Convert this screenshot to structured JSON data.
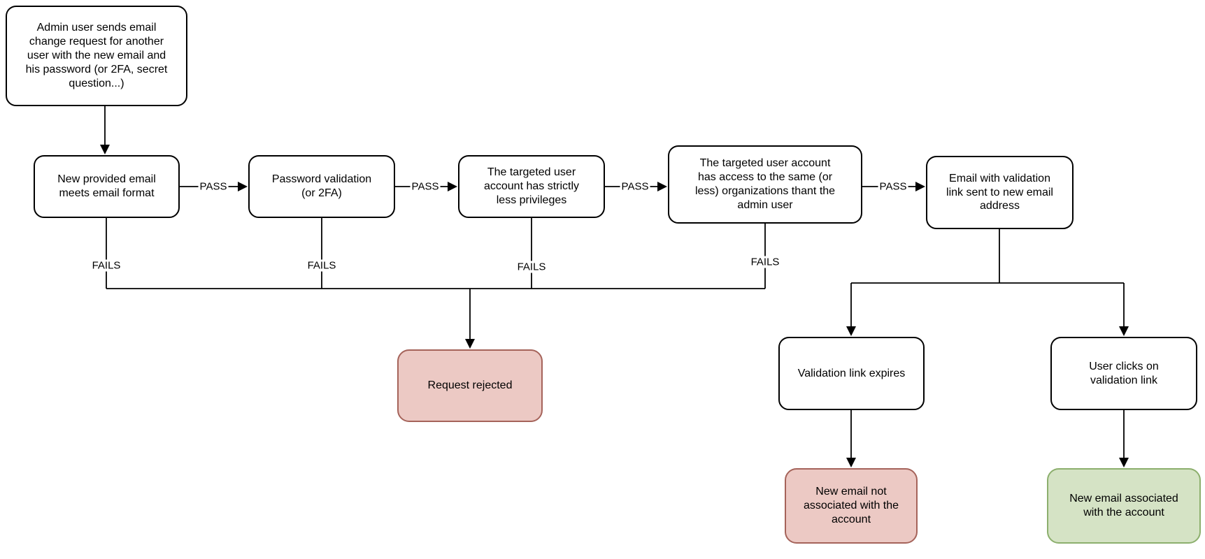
{
  "diagram": {
    "nodes": [
      {
        "id": "admin-email-request",
        "type": "process",
        "label": "Admin user sends email\nchange request for another\nuser with the new email and\nhis password (or 2FA, secret\nquestion...)"
      },
      {
        "id": "email-format-check",
        "type": "process",
        "label": "New provided email\nmeets email format"
      },
      {
        "id": "password-validation",
        "type": "process",
        "label": "Password validation\n(or 2FA)"
      },
      {
        "id": "privileges-check",
        "type": "process",
        "label": "The targeted user\naccount has strictly\nless privileges"
      },
      {
        "id": "organizations-check",
        "type": "process",
        "label": "The targeted user account\nhas access to the same (or\nless) organizations thant the\nadmin user"
      },
      {
        "id": "validation-email-sent",
        "type": "process",
        "label": "Email with validation\nlink sent to new email\naddress"
      },
      {
        "id": "request-rejected",
        "type": "reject",
        "label": "Request rejected"
      },
      {
        "id": "validation-link-expires",
        "type": "process",
        "label": "Validation link expires"
      },
      {
        "id": "user-clicks-link",
        "type": "process",
        "label": "User clicks on\nvalidation link"
      },
      {
        "id": "email-not-associated",
        "type": "reject",
        "label": "New email not\nassociated with the\naccount"
      },
      {
        "id": "email-associated",
        "type": "success",
        "label": "New email associated\nwith the account"
      }
    ],
    "edge_labels": {
      "pass": [
        "PASS",
        "PASS",
        "PASS",
        "PASS"
      ],
      "fails": [
        "FAILS",
        "FAILS",
        "FAILS",
        "FAILS"
      ]
    },
    "colors": {
      "background": "#ffffff",
      "node_fill": "#ffffff",
      "node_stroke": "#000000",
      "edge_stroke": "#000000",
      "reject_fill": "#ecc9c4",
      "reject_stroke": "#a5635a",
      "success_fill": "#d5e3c5",
      "success_stroke": "#8caf6d",
      "text": "#000000"
    }
  }
}
